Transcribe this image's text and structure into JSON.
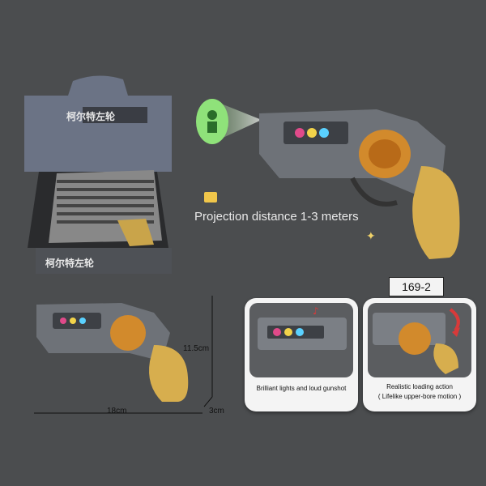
{
  "display_box": {
    "title_cn_top": "柯尔特左轮",
    "title_cn_front": "柯尔特左轮"
  },
  "projection": {
    "label": "Projection distance 1-3 meters"
  },
  "model": {
    "code": "169-2"
  },
  "dimensions": {
    "height": "11.5cm",
    "length": "18cm",
    "depth": "3cm"
  },
  "features": [
    {
      "caption": "Brilliant lights and loud gunshot"
    },
    {
      "caption_line1": "Realistic loading action",
      "caption_line2": "( Lifelike upper-bore motion )"
    }
  ]
}
